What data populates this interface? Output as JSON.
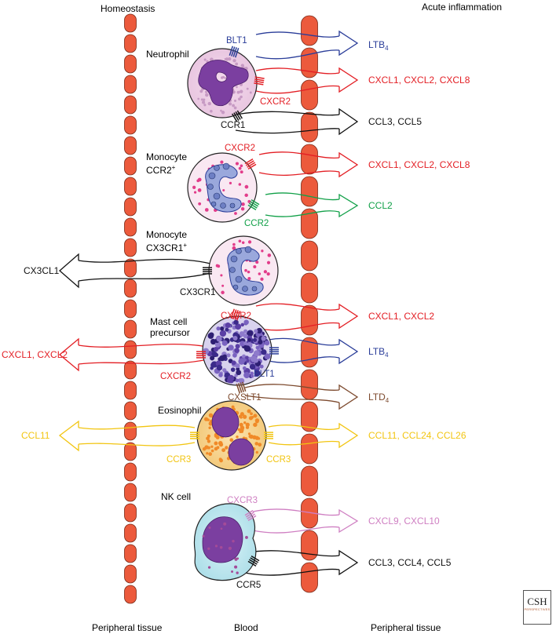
{
  "header": {
    "left": "Homeostasis",
    "right": "Acute inflammation"
  },
  "footer": {
    "left": "Peripheral tissue",
    "middle": "Blood",
    "right": "Peripheral tissue"
  },
  "cells": [
    {
      "name": "Neutrophil",
      "line2": ""
    },
    {
      "name": "Monocyte",
      "line2": "CCR2",
      "sup": "+"
    },
    {
      "name": "Monocyte",
      "line2": "CX3CR1",
      "sup": "+"
    },
    {
      "name": "Mast cell",
      "line2": "precursor"
    },
    {
      "name": "Eosinophil",
      "line2": ""
    },
    {
      "name": "NK cell",
      "line2": ""
    }
  ],
  "receptors": {
    "neutrophil": [
      "BLT1",
      "CXCR2",
      "CCR1"
    ],
    "monocyte_ccr2": [
      "CXCR2",
      "CCR2"
    ],
    "monocyte_cx3cr1": [
      "CX3CR1"
    ],
    "mast": [
      "CXCR2",
      "CXCR2",
      "BLT1",
      "CXSLT1"
    ],
    "eosinophil": [
      "CCR3",
      "CCR3"
    ],
    "nk": [
      "CXCR3",
      "CCR5"
    ]
  },
  "ligands_right": [
    {
      "main": "LTB",
      "sub": "4"
    },
    {
      "main": "CXCL1, CXCL2, CXCL8"
    },
    {
      "main": "CCL3, CCL5"
    },
    {
      "main": "CXCL1, CXCL2, CXCL8"
    },
    {
      "main": "CCL2"
    },
    {
      "main": "CXCL1, CXCL2"
    },
    {
      "main": "LTB",
      "sub": "4"
    },
    {
      "main": "LTD",
      "sub": "4"
    },
    {
      "main": "CCL11, CCL24, CCL26"
    },
    {
      "main": "CXCL9, CXCL10"
    },
    {
      "main": "CCL3, CCL4, CCL5"
    }
  ],
  "ligands_left": [
    {
      "main": "CX3CL1"
    },
    {
      "main": "CXCL1, CXCL2"
    },
    {
      "main": "CCL11"
    }
  ],
  "logo": {
    "line1": "CSH",
    "line2": "PERSPECTIVES"
  },
  "colors": {
    "vessel": "#ec5a3c",
    "vessel_stroke": "#7a2a18",
    "blue": "#2a3d99",
    "red": "#e31e24",
    "black": "#111111",
    "green": "#11a048",
    "brown": "#7d4a2e",
    "yellow": "#f2c511",
    "pink": "#cf7fc2"
  }
}
